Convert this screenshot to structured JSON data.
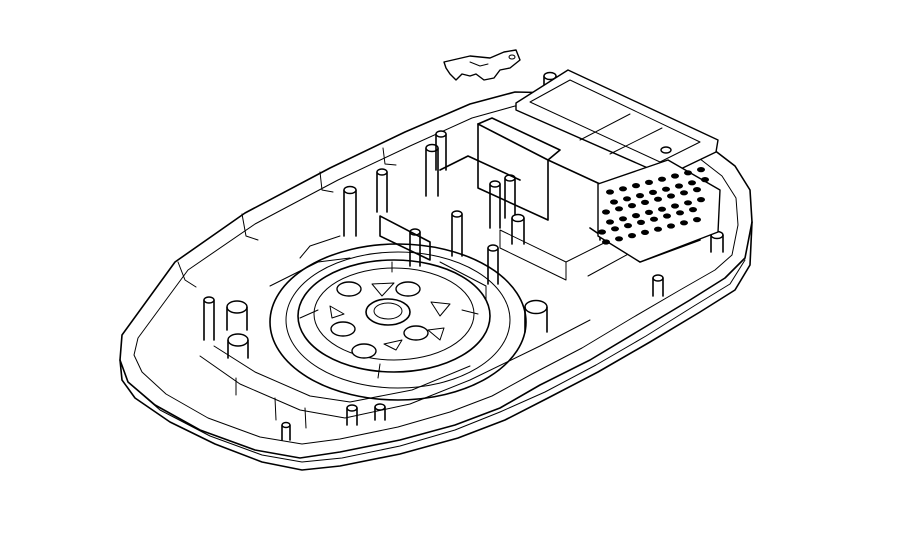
{
  "figure": {
    "subject": "",
    "colors": {
      "line": "#000000",
      "background": "#ffffff"
    },
    "parts": [
      {
        "name": "base-housing-shell",
        "icon": "housing-outline"
      },
      {
        "name": "circular-hub",
        "icon": "hub"
      },
      {
        "name": "grille-cover",
        "icon": "perforated-grille"
      },
      {
        "name": "detached-latch-clip",
        "icon": "latch-clip"
      },
      {
        "name": "mounting-posts",
        "icon": "boss-post"
      }
    ]
  }
}
